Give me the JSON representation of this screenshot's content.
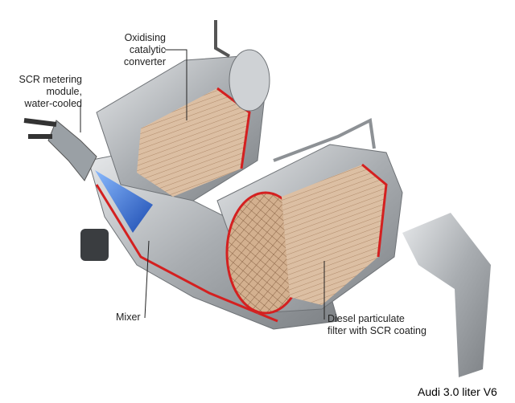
{
  "labels": {
    "oxidising_line1": "Oxidising",
    "oxidising_line2": "catalytic converter",
    "scr_line1": "SCR metering",
    "scr_line2": "module,",
    "scr_line3": "water-cooled",
    "mixer": "Mixer",
    "dpf_line1": "Diesel particulate",
    "dpf_line2": "filter with SCR coating"
  },
  "caption": "Audi 3.0 liter V6",
  "colors": {
    "metal": "#b9bcbf",
    "substrate": "#d9b99a",
    "seal": "#d42020",
    "spray": "#1f6fe0"
  }
}
